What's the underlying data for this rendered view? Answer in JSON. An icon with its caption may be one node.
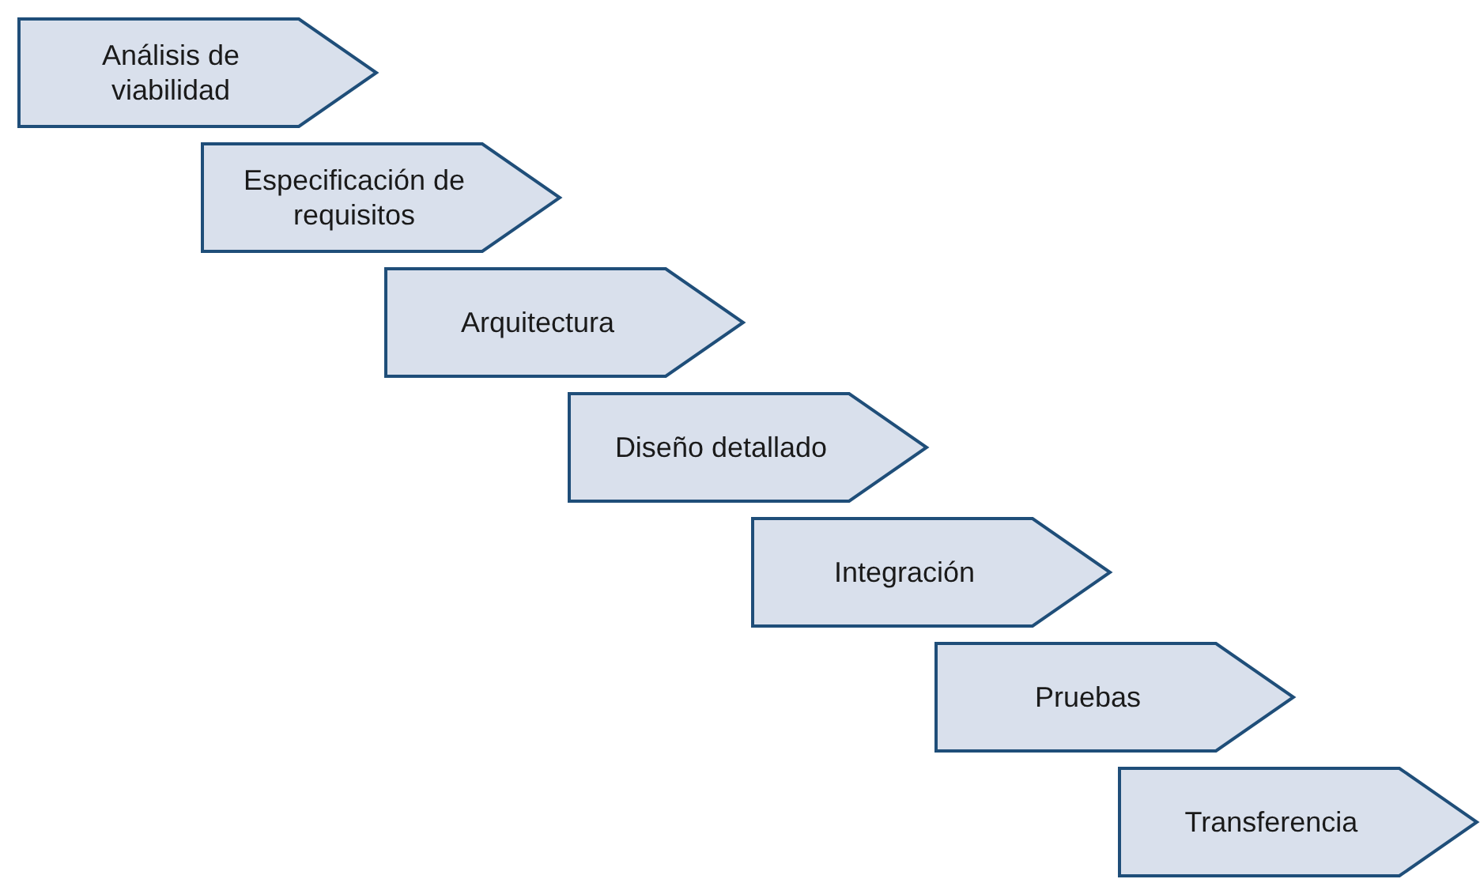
{
  "diagram": {
    "nodes": [
      {
        "text": [
          "Análisis de viabilidad"
        ]
      },
      {
        "text": [
          "Especificación de requisitos"
        ]
      },
      {
        "text": [
          "Arquitectura"
        ]
      },
      {
        "text": [
          "Diseño detallado"
        ]
      },
      {
        "text": [
          "Integración"
        ]
      },
      {
        "text": [
          "Pruebas"
        ]
      },
      {
        "text": [
          "Transferencia"
        ]
      }
    ]
  }
}
